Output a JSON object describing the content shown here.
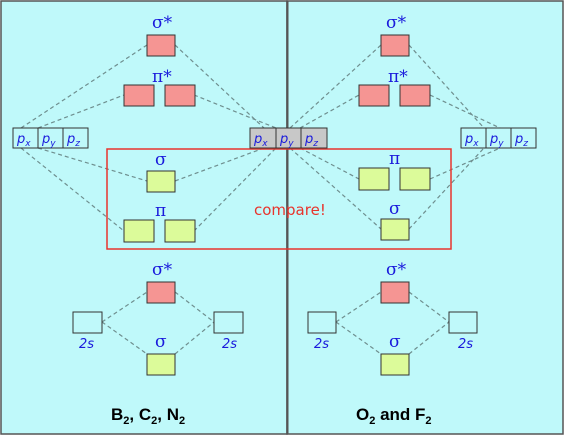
{
  "colors": {
    "background": "#bff9fa",
    "antibonding": "#f59593",
    "bonding": "#dcfb9a",
    "atomic": "#bff9fa",
    "shared_atomic": "#c8c8c8",
    "label": "#1a1adc",
    "compare": "#e8342c"
  },
  "left_panel": {
    "title": {
      "p1": "B",
      "s1": "2",
      "p2": ", C",
      "s2": "2",
      "p3": ", N",
      "s3": "2"
    },
    "p_top": {
      "sym": "σ",
      "star": "*"
    },
    "p_pi_star": {
      "sym": "π",
      "star": "*"
    },
    "p_sigma": "σ",
    "p_pi": "π",
    "s_top": {
      "sym": "σ",
      "star": "*"
    },
    "s_bottom": "σ",
    "s_left": "2s",
    "s_right": "2s"
  },
  "right_panel": {
    "title": {
      "p1": "O",
      "s1": "2",
      "p2": " and F",
      "s2": "2"
    },
    "p_top": {
      "sym": "σ",
      "star": "*"
    },
    "p_pi_star": {
      "sym": "π",
      "star": "*"
    },
    "p_pi": "π",
    "p_sigma": "σ",
    "s_top": {
      "sym": "σ",
      "star": "*"
    },
    "s_bottom": "σ",
    "s_left": "2s",
    "s_right": "2s"
  },
  "p_orbitals": [
    {
      "p": "p",
      "sub": "x"
    },
    {
      "p": "p",
      "sub": "y"
    },
    {
      "p": "p",
      "sub": "z"
    }
  ],
  "compare_label": "compare!"
}
